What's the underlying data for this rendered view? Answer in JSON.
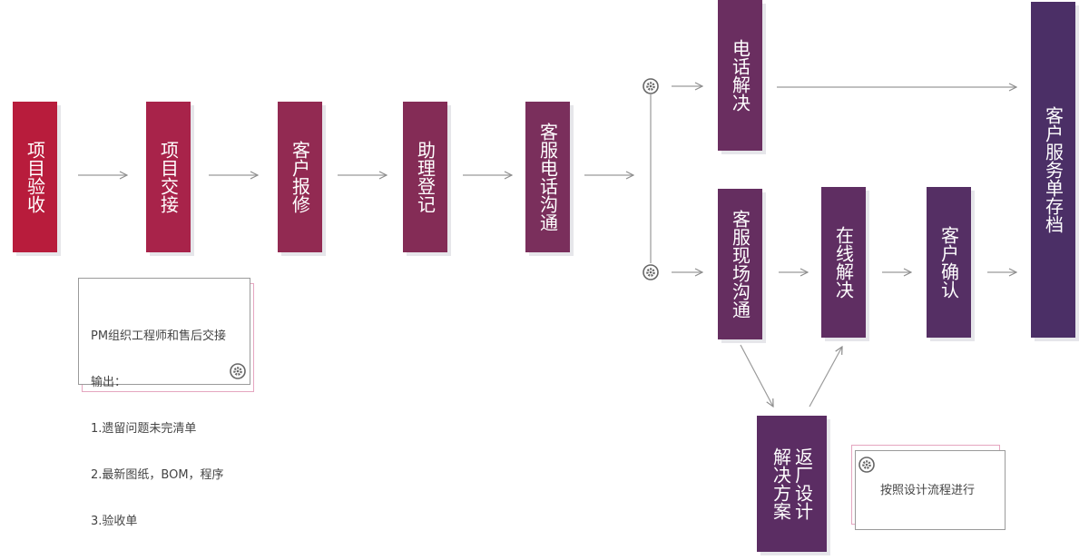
{
  "nodes": {
    "project_acceptance": "项目验收",
    "project_handover": "项目交接",
    "customer_report": "客户报修",
    "assistant_register": "助理登记",
    "cs_phone_comm": "客服电话沟通",
    "phone_resolve": "电话解决",
    "cs_onsite_comm": "客服现场沟通",
    "online_resolve": "在线解决",
    "customer_confirm": "客户确认",
    "service_archive": "客户服务单存档",
    "return_design_col1": "返厂设计",
    "return_design_col2": "解决方案"
  },
  "notes": {
    "handover_note": {
      "line1": "PM组织工程师和售后交接",
      "line2": "输出：",
      "line3": "1.遗留问题未完清单",
      "line4": "2.最新图纸，BOM，程序",
      "line5": "3.验收单"
    },
    "process_note": "按照设计流程进行"
  },
  "colors": {
    "red": "#b81c3c",
    "crimson": "#a8234a",
    "wine": "#872c56",
    "plum": "#7a2f5c",
    "purple": "#5b2d63",
    "deep_purple": "#4b2f66",
    "arrow": "#8c8c8c",
    "note_border": "#e5a6c0"
  },
  "icons": [
    "gear-icon"
  ]
}
